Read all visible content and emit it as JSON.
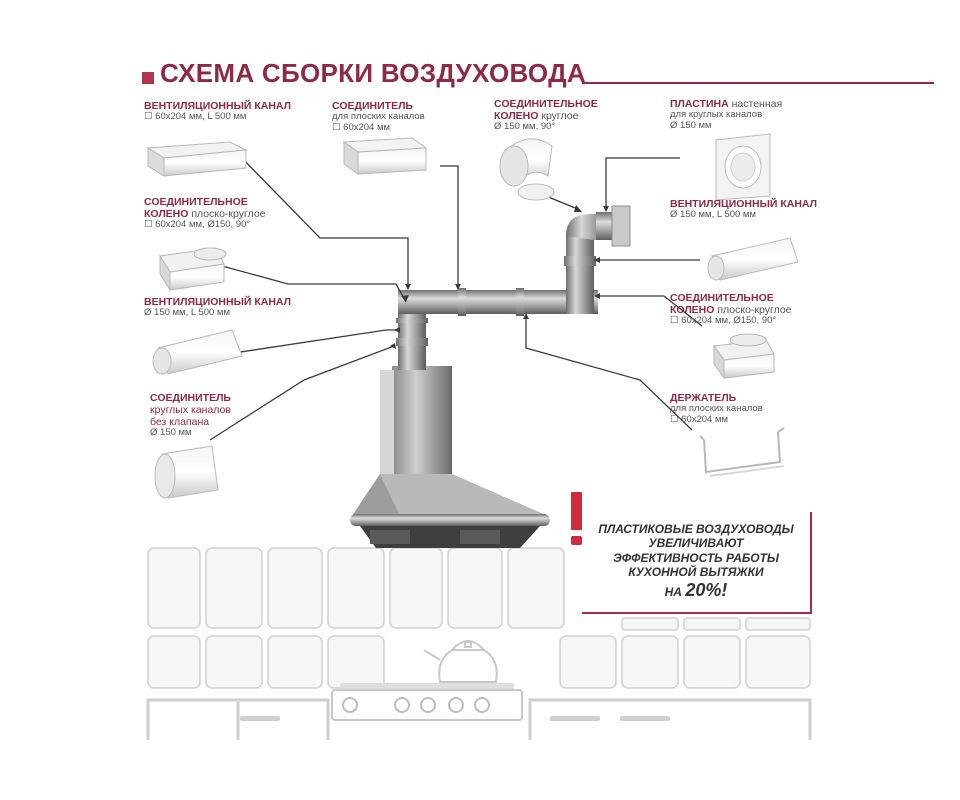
{
  "title": "СХЕМА СБОРКИ ВОЗДУХОВОДА",
  "accent_color": "#8e2a43",
  "warning_color": "#d12a3a",
  "parts": {
    "vent_channel_flat": {
      "title": "ВЕНТИЛЯЦИОННЫЙ КАНАЛ",
      "spec": "60х204 мм, L 500 мм",
      "spec_icon": "square-icon"
    },
    "connector_flat": {
      "title": "СОЕДИНИТЕЛЬ",
      "subtitle": "для плоских каналов",
      "spec": "60х204 мм",
      "spec_icon": "square-icon"
    },
    "elbow_round": {
      "title": "СОЕДИНИТЕЛЬНОЕ",
      "title2": "КОЛЕНО",
      "title2_suffix": "круглое",
      "spec": "150 мм, 90°",
      "spec_icon": "diameter-icon"
    },
    "wall_plate": {
      "title": "ПЛАСТИНА",
      "title_suffix": "настенная",
      "subtitle": "для круглых каналов",
      "spec": "150 мм",
      "spec_icon": "diameter-icon"
    },
    "elbow_flat_round_left": {
      "title": "СОЕДИНИТЕЛЬНОЕ",
      "title2": "КОЛЕНО",
      "title2_suffix": "плоско-круглое",
      "spec": "60х204 мм, Ø150, 90°",
      "spec_icon": "square-icon"
    },
    "vent_channel_round_right": {
      "title": "ВЕНТИЛЯЦИОННЫЙ КАНАЛ",
      "spec": "150 мм, L 500 мм",
      "spec_icon": "diameter-icon"
    },
    "vent_channel_round_left": {
      "title": "ВЕНТИЛЯЦИОННЫЙ КАНАЛ",
      "spec": "150 мм, L 500 мм",
      "spec_icon": "diameter-icon"
    },
    "elbow_flat_round_right": {
      "title": "СОЕДИНИТЕЛЬНОЕ",
      "title2": "КОЛЕНО",
      "title2_suffix": "плоско-круглое",
      "spec": "60х204 мм, Ø150, 90°",
      "spec_icon": "square-icon"
    },
    "connector_round": {
      "title": "СОЕДИНИТЕЛЬ",
      "subtitle": "круглых каналов",
      "subtitle2": "без клапана",
      "spec": "150 мм",
      "spec_icon": "diameter-icon"
    },
    "holder_flat": {
      "title": "ДЕРЖАТЕЛЬ",
      "subtitle": "для плоских каналов",
      "spec": "60х204 мм",
      "spec_icon": "square-icon"
    }
  },
  "promo": {
    "line1": "ПЛАСТИКОВЫЕ ВОЗДУХОВОДЫ",
    "line2": "УВЕЛИЧИВАЮТ",
    "line3": "ЭФФЕКТИВНОСТЬ РАБОТЫ",
    "line4": "КУХОННОЙ ВЫТЯЖКИ",
    "line5_prefix": "НА",
    "line5_value": "20%!"
  }
}
